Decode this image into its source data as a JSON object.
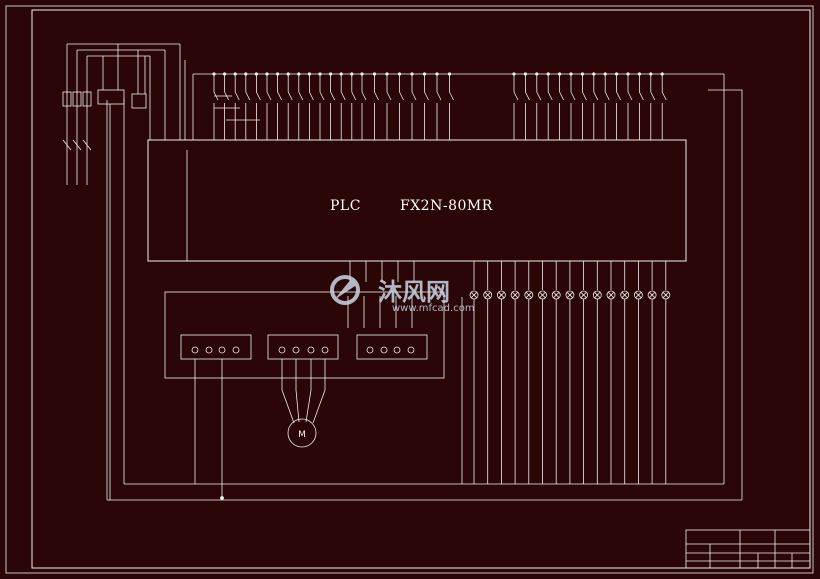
{
  "plc": {
    "title": "PLC",
    "model": "FX2N-80MR"
  },
  "motor": {
    "symbol": "M"
  },
  "watermark": {
    "logo_text": "沐风网",
    "url": "www.mfcad.com",
    "color": "#c9d6e6"
  },
  "colors": {
    "background": "#2a0606",
    "lines": "#f0f0f0"
  },
  "counts": {
    "input_terminals": 36,
    "output_lamps": 15,
    "module_terminals": 4
  }
}
